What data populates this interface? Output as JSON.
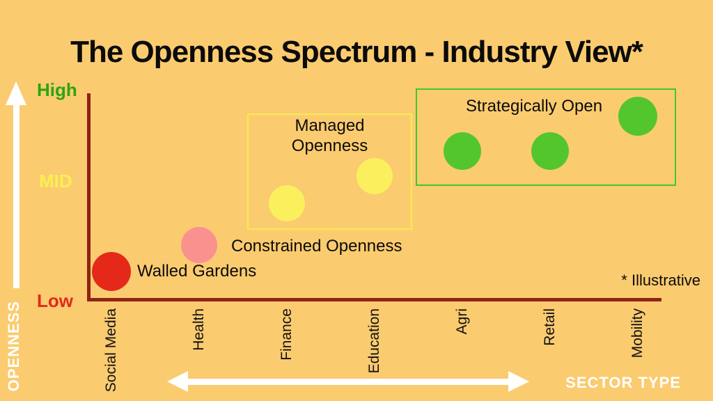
{
  "title": "The Openness Spectrum - Industry View*",
  "footnote": "* Illustrative",
  "y_axis": {
    "name": "OPENNESS",
    "ticks": [
      {
        "label": "High",
        "color": "#2BA414"
      },
      {
        "label": "MID",
        "color": "#FAF052"
      },
      {
        "label": "Low",
        "color": "#E02A1C"
      }
    ]
  },
  "x_axis": {
    "name": "SECTOR TYPE"
  },
  "colors": {
    "background": "#FBCB70",
    "axis": "#8E2413",
    "arrow": "#FFFFFF",
    "managed_box_border": "#F8EC4F",
    "strategic_box_border": "#3FC82F"
  },
  "chart_data": {
    "type": "scatter",
    "title": "The Openness Spectrum - Industry View*",
    "xlabel": "SECTOR TYPE",
    "ylabel": "OPENNESS",
    "y_ticks": [
      "Low",
      "MID",
      "High"
    ],
    "y_range": [
      0,
      1
    ],
    "grid": false,
    "x_categories": [
      "Social Media",
      "Health",
      "Finance",
      "Education",
      "Agri",
      "Retail",
      "Mobility"
    ],
    "points": [
      {
        "sector": "Social Media",
        "openness": 0.14,
        "color": "#E4291A",
        "radius": 28
      },
      {
        "sector": "Health",
        "openness": 0.27,
        "color": "#F9928F",
        "radius": 26
      },
      {
        "sector": "Finance",
        "openness": 0.47,
        "color": "#FAF05E",
        "radius": 26
      },
      {
        "sector": "Education",
        "openness": 0.6,
        "color": "#FAF05E",
        "radius": 26
      },
      {
        "sector": "Agri",
        "openness": 0.72,
        "color": "#53C62D",
        "radius": 27
      },
      {
        "sector": "Retail",
        "openness": 0.72,
        "color": "#53C62D",
        "radius": 27
      },
      {
        "sector": "Mobility",
        "openness": 0.89,
        "color": "#53C62D",
        "radius": 28
      }
    ],
    "zones": [
      {
        "label": "Walled Gardens",
        "boxed": false
      },
      {
        "label": "Constrained Openness",
        "boxed": false
      },
      {
        "label": "Managed Openness",
        "boxed": true,
        "box_color": "#F8EC4F"
      },
      {
        "label": "Strategically Open",
        "boxed": true,
        "box_color": "#3FC82F"
      }
    ]
  }
}
